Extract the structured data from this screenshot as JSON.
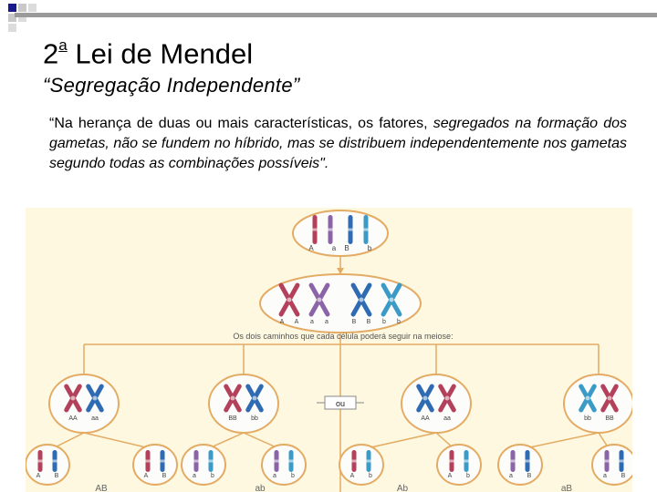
{
  "slide": {
    "title_number": "2",
    "title_ordinal": "a",
    "title_rest": " Lei de Mendel",
    "subtitle": "“Segregação Independente”",
    "quote_lead": "“Na herança de duas ou mais características, os fatores, ",
    "quote_body": "segregados na formação dos gametas, não se fundem no híbrido, mas se distribuem independentemente nos gametas segundo todas as combinações possíveis\"."
  },
  "figure": {
    "parent_alleles": [
      "A",
      "a",
      "B",
      "b"
    ],
    "dup_alleles": [
      "A",
      "A",
      "a",
      "a",
      "B",
      "B",
      "b",
      "b"
    ],
    "caption": "Os dois caminhos que cada célula poderá seguir na meiose:",
    "or_label": "ou",
    "mid_labels": [
      "AA",
      "aa",
      "BB",
      "bb",
      "AA",
      "aa",
      "bb",
      "BB"
    ],
    "leaf_labels": [
      "A",
      "B",
      "A",
      "B",
      "a",
      "b",
      "a",
      "b",
      "A",
      "b",
      "A",
      "b",
      "a",
      "B",
      "a",
      "B"
    ],
    "gamete_labels": [
      "AB",
      "ab",
      "Ab",
      "aB"
    ],
    "colors": {
      "background": "#fdf8df",
      "cell_fill": "#fcfcfb",
      "cell_stroke": "#e3ab63",
      "maternal_a": "#b4415c",
      "paternal_a": "#8a64a6",
      "maternal_b": "#2f6bb2",
      "paternal_b": "#3c9bc6",
      "accent_bar": "#1a1a8a"
    }
  }
}
